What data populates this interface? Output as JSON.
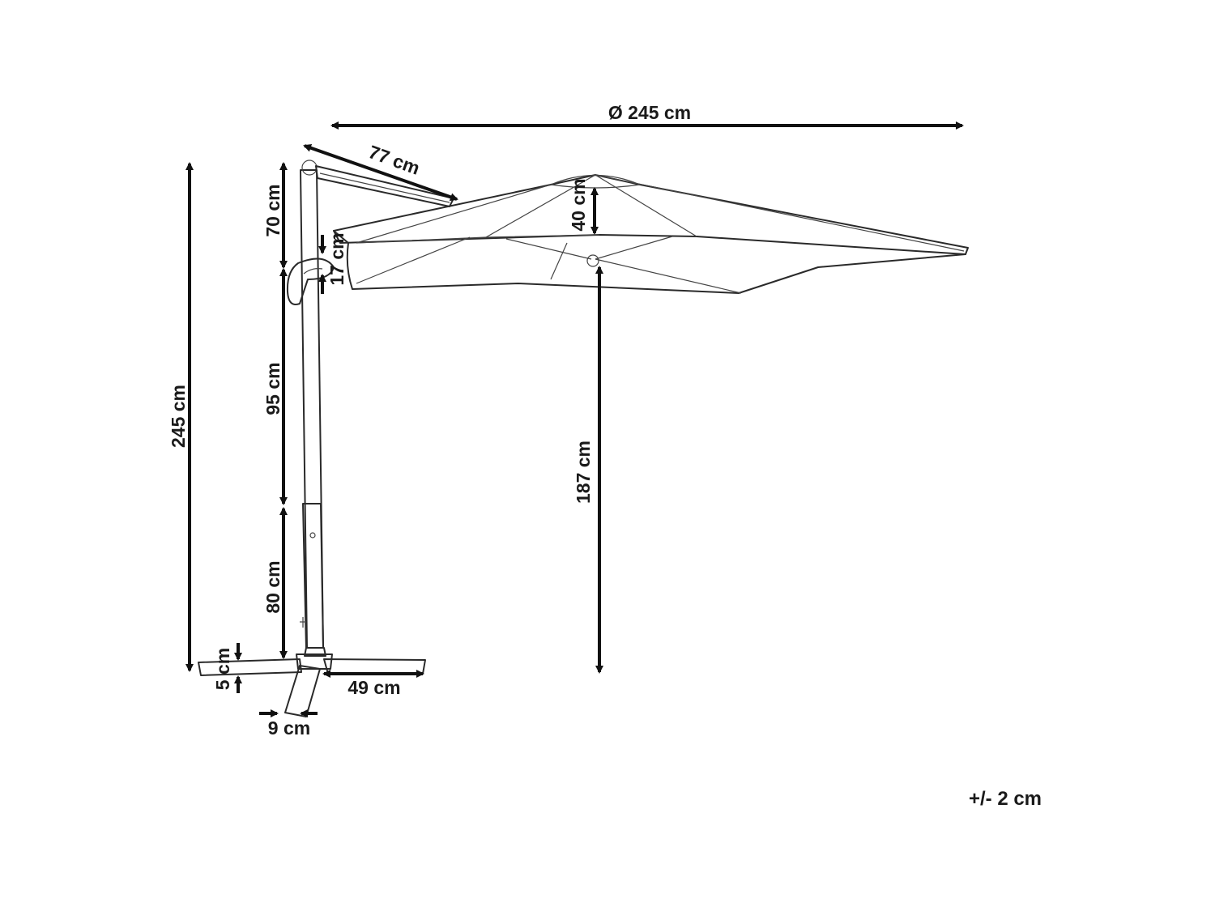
{
  "dimensions": {
    "diameter": "Ø 245 cm",
    "arm_length": "77 cm",
    "total_height": "245 cm",
    "top_segment": "70 cm",
    "middle_segment": "95 cm",
    "lower_segment": "80 cm",
    "crank_offset": "17 cm",
    "canopy_height": "40 cm",
    "clearance": "187 cm",
    "base_thickness": "5 cm",
    "base_arm": "49 cm",
    "base_width": "9 cm"
  },
  "tolerance": "+/- 2 cm",
  "colors": {
    "line": "#2a2a2a",
    "arrow": "#111111"
  }
}
